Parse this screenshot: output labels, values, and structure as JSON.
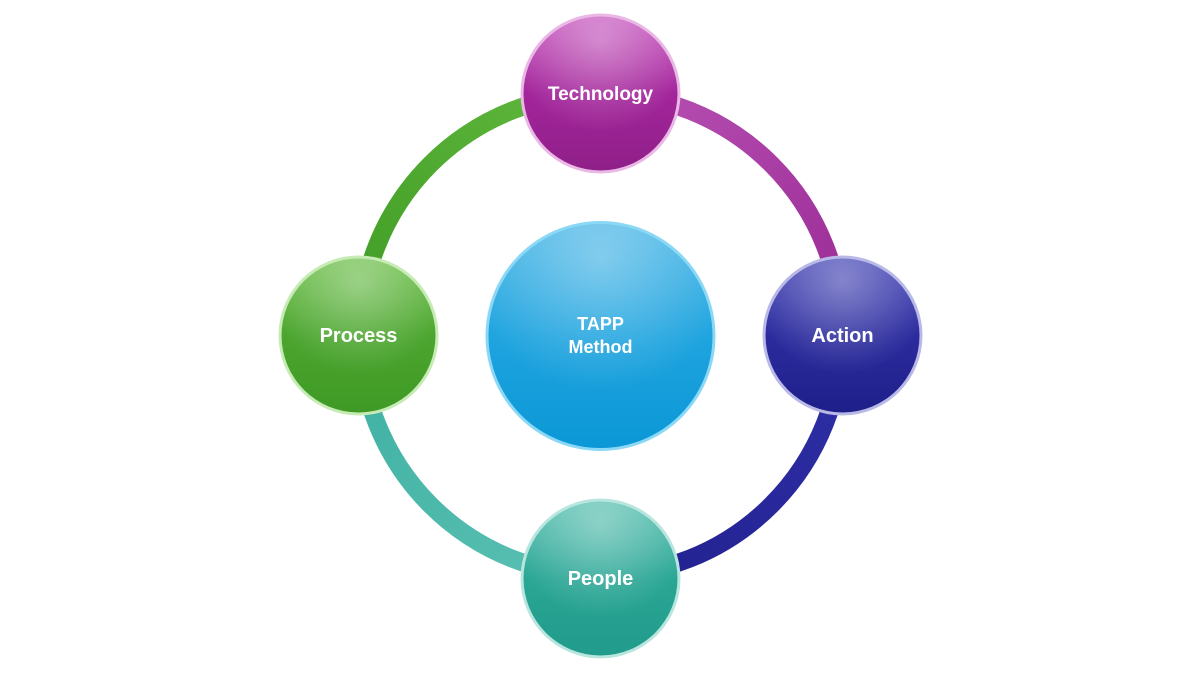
{
  "diagram": {
    "center": {
      "lines": [
        "TAPP",
        "Method"
      ],
      "color": "#1aa3de"
    },
    "nodes": [
      {
        "id": "technology",
        "label": "Technology",
        "color": "#a0249a"
      },
      {
        "id": "action",
        "label": "Action",
        "color": "#2a2aa0"
      },
      {
        "id": "people",
        "label": "People",
        "color": "#27a596"
      },
      {
        "id": "process",
        "label": "Process",
        "color": "#4aa52e"
      }
    ],
    "ring_segments": [
      {
        "from": "technology",
        "to": "action",
        "color": "#a3329e"
      },
      {
        "from": "action",
        "to": "people",
        "color": "#2a2aa0"
      },
      {
        "from": "people",
        "to": "process",
        "color": "#2fa898"
      },
      {
        "from": "process",
        "to": "technology",
        "color": "#4fab2c"
      }
    ]
  }
}
